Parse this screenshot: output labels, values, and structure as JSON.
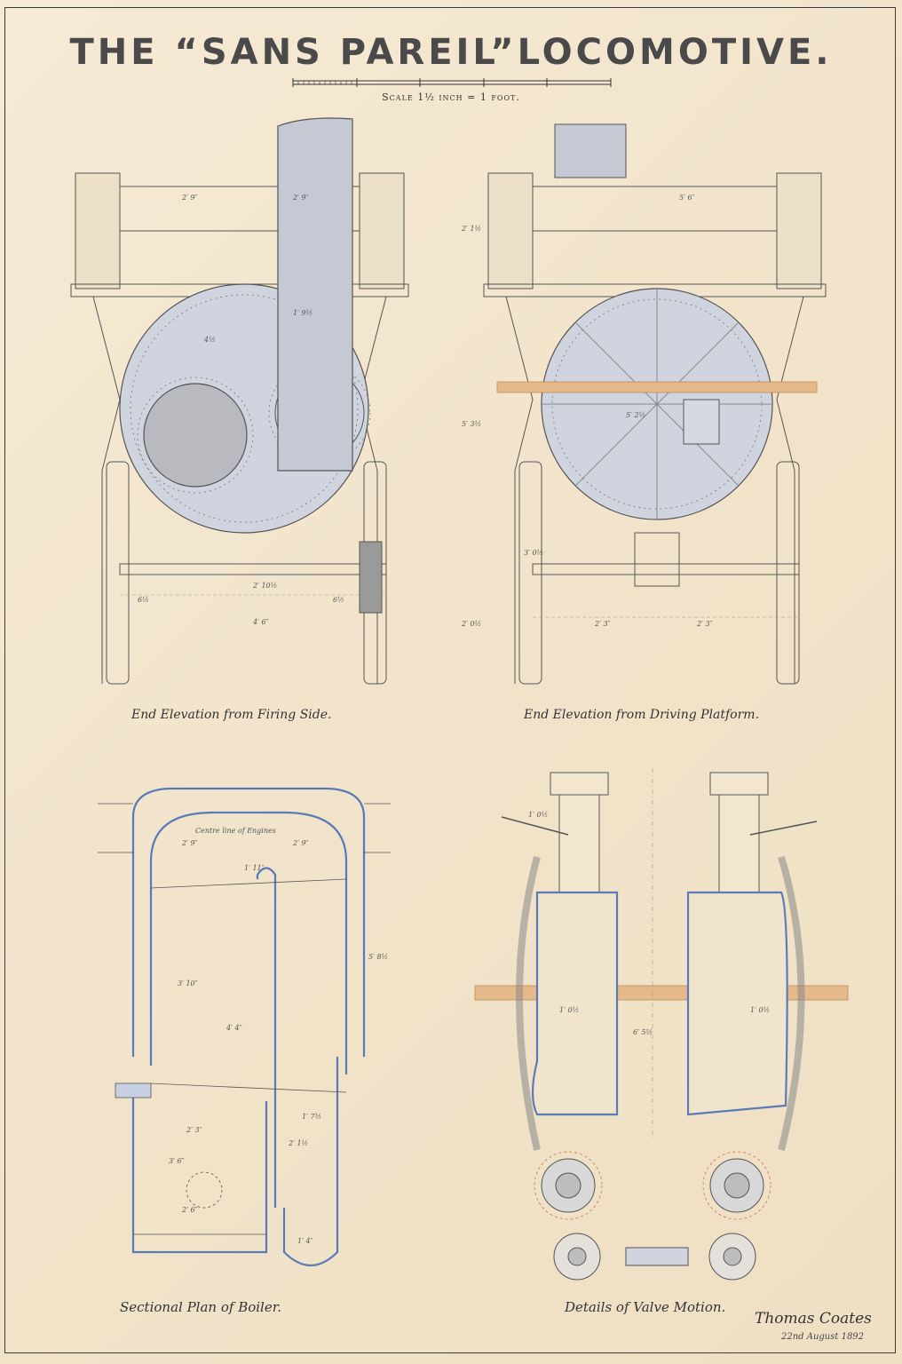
{
  "title": "THE “SANS PAREIL”LOCOMOTIVE.",
  "scale_label": "Scale 1½ inch = 1 foot.",
  "captions": {
    "firing_side": "End Elevation from Firing Side.",
    "driving_platform": "End Elevation from Driving Platform.",
    "boiler_plan": "Sectional Plan of Boiler.",
    "valve_motion": "Details of Valve Motion."
  },
  "signature": {
    "name": "Thomas Coates",
    "date": "22nd August 1892"
  },
  "dimensions": {
    "firing": {
      "d1": "2′ 9″",
      "d2": "2′ 9″",
      "d3": "2′ 10½",
      "d4": "4′ 6″",
      "d5": "6½",
      "d6": "6½",
      "d7": "1′ 9½",
      "d8": "4½"
    },
    "driving": {
      "d1": "5′ 6″",
      "d2": "2′ 3″",
      "d3": "2′ 3″",
      "d4": "5′ 3½",
      "d5": "2′ 0½",
      "d6": "3′ 0½",
      "d7": "5′ 2½",
      "d8": "2′ 1½"
    },
    "plan": {
      "centre_line": "Centre line of Engines",
      "d1": "2′ 9″",
      "d2": "2′ 9″",
      "d3": "1′ 11″",
      "d4": "3′ 10″",
      "d5": "4′ 4″",
      "d6": "2′ 3″",
      "d7": "3′ 6″",
      "d8": "2′ 6″",
      "d9": "1′ 4″",
      "d10": "5′ 8½",
      "d11": "1′ 7½",
      "d12": "2′ 1½"
    },
    "valve": {
      "d1": "1′ 0½",
      "d2": "1′ 0½",
      "d3": "6′ 5½",
      "d4": "1′ 0½"
    }
  },
  "colors": {
    "paper": "#f4e8d2",
    "ink": "#3a3a3a",
    "steel_blue": "#5b7bb8",
    "boiler_wash": "#cdd3dd",
    "timber": "#e6b98a"
  }
}
